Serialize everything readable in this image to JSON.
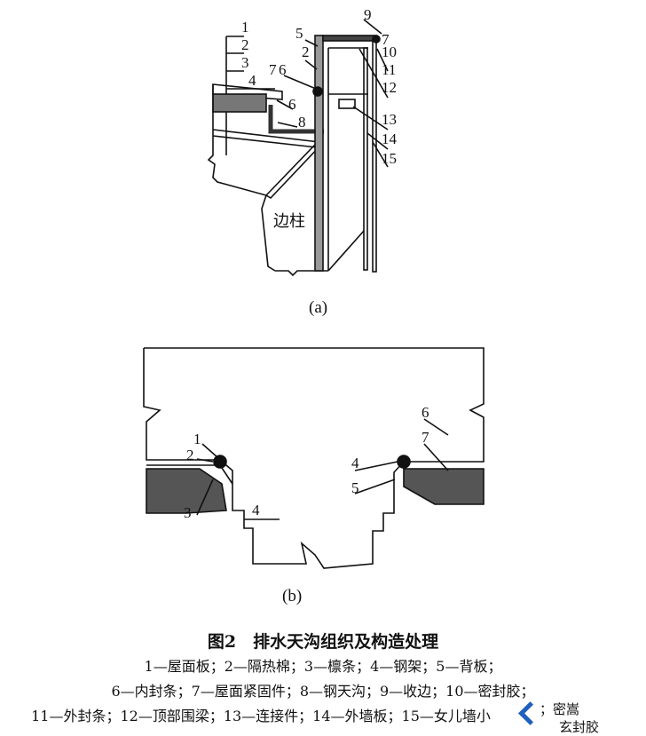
{
  "figure_a": {
    "panel_label": "(a)",
    "column_label": "边柱",
    "callouts": [
      "1",
      "2",
      "3",
      "4",
      "7",
      "6",
      "5",
      "2",
      "6",
      "8",
      "9",
      "7",
      "10",
      "11",
      "12",
      "13",
      "14",
      "15"
    ]
  },
  "figure_b": {
    "panel_label": "(b)",
    "callouts": [
      "1",
      "2",
      "3",
      "4",
      "4",
      "5",
      "6",
      "7"
    ]
  },
  "caption": {
    "title": "图2　排水天沟组织及构造处理",
    "line1": "1—屋面板；2—隔热棉；3—檩条；4—钢架；5—背板；",
    "line2": "6—内封条；7—屋面紧固件；8—钢天沟；9—收边；10—密封胶；",
    "line3": "11—外封条；12—顶部围梁；13—连接件；14—外墙板；15—女儿墙小"
  },
  "overlay": {
    "text1": "；密嵩",
    "text2": "玄封胶"
  }
}
